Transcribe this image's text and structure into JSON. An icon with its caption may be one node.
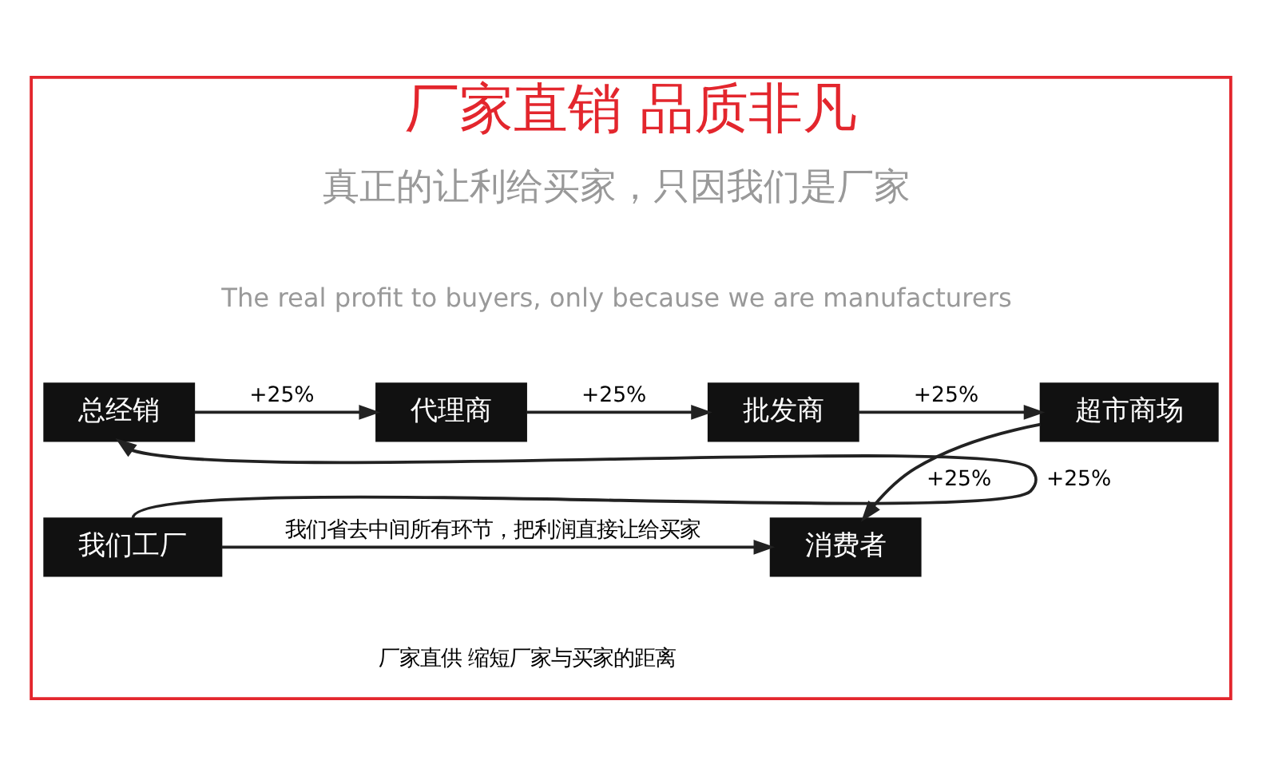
{
  "diagram": {
    "nodes": [
      {
        "text": [
          "厂家直销 品质非凡"
        ]
      },
      {
        "text": [
          "总经销"
        ],
        "in": 0
      },
      {
        "text": [
          "代理商"
        ],
        "in": 0
      },
      {
        "text": [
          "批发商"
        ],
        "in": 0
      },
      {
        "text": [
          "超市商场"
        ],
        "in": 0
      },
      {
        "text": [
          "我们工厂"
        ],
        "in": 0
      },
      {
        "text": [
          "消费者"
        ],
        "in": 0
      }
    ],
    "edges": [
      {
        "from": 5,
        "to": 1,
        "arrow": "to",
        "label": "+25%"
      },
      {
        "from": 1,
        "to": 2,
        "arrow": "to",
        "label": "+25%"
      },
      {
        "from": 2,
        "to": 3,
        "arrow": "to",
        "label": "+25%"
      },
      {
        "from": 3,
        "to": 4,
        "arrow": "to",
        "label": "+25%"
      },
      {
        "from": 4,
        "to": 6,
        "arrow": "to",
        "label": "+25%"
      },
      {
        "from": 5,
        "to": 6,
        "arrow": "to",
        "label": "我们省去中间所有环节，把利润直接让给买家"
      }
    ],
    "labels": [
      "真正的让利给买家，只因我们是厂家",
      "The real profit to buyers, only because we are manufacturers",
      "厂家直供 缩短厂家与买家的距离"
    ]
  }
}
